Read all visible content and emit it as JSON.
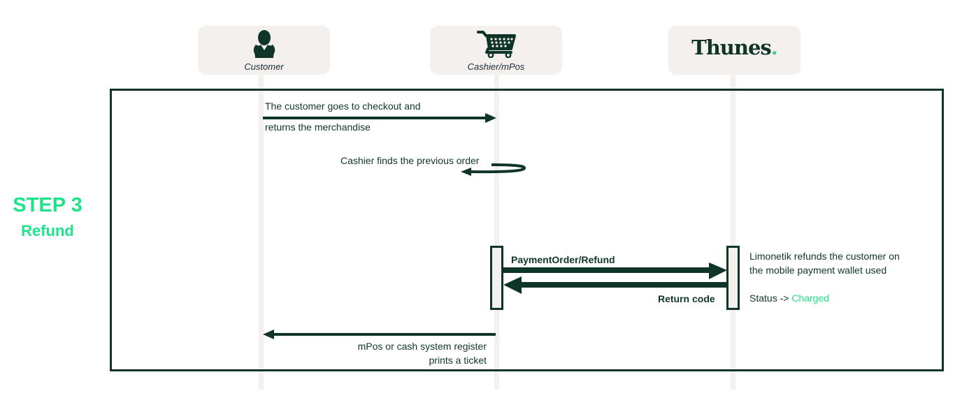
{
  "actors": [
    {
      "name": "Customer",
      "icon": "person-icon"
    },
    {
      "name": "Cashier/mPos",
      "icon": "shopping-cart-icon"
    },
    {
      "name": "Thunes",
      "logo_text": "Thunes",
      "logo_dot": "."
    }
  ],
  "step": {
    "title": "STEP 3",
    "subtitle": "Refund"
  },
  "messages": {
    "m1": {
      "line1": "The customer goes to checkout and",
      "line2": "returns the merchandise",
      "from": "Customer",
      "to": "Cashier/mPos"
    },
    "m2": {
      "text": "Cashier finds the previous order",
      "from": "Cashier/mPos",
      "to": "Cashier/mPos"
    },
    "m3": {
      "text": "PaymentOrder/Refund",
      "from": "Cashier/mPos",
      "to": "Thunes"
    },
    "m4": {
      "text": "Return code",
      "from": "Thunes",
      "to": "Cashier/mPos"
    },
    "m5": {
      "line1": "mPos or cash system register",
      "line2": "prints a ticket",
      "from": "Cashier/mPos",
      "to": "Customer"
    }
  },
  "note": {
    "line1": "Limonetik refunds the customer on",
    "line2": "the mobile payment wallet used",
    "status_prefix": "Status -> ",
    "status_value": "Charged"
  },
  "colors": {
    "primary": "#0f3529",
    "accent": "#1de48a",
    "lifeline": "#f3f0ed"
  }
}
